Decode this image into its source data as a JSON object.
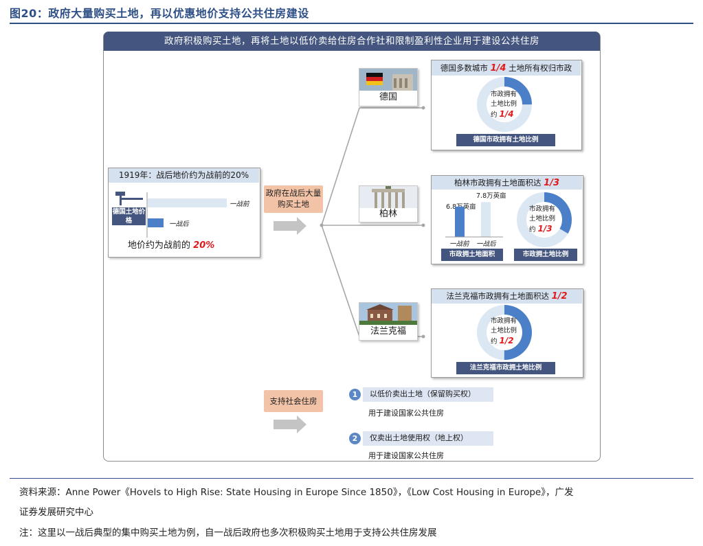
{
  "figure_title": "图20：政府大量购买土地，再以优惠地价支持公共住房建设",
  "banner": "政府积极购买土地，再将土地以低价卖给住房合作社和限制盈利性企业用于建设公共住房",
  "left_box": {
    "header": "1919年：战后地价约为战前的20%",
    "chart_label": "德国土地价格",
    "bars": [
      {
        "name": "一战前",
        "value": 100
      },
      {
        "name": "一战后",
        "value": 20
      }
    ],
    "summary_text": "地价约为战前的",
    "summary_value": "20%"
  },
  "tag_purchase": "政府在战后大量购买土地",
  "tag_support": "支持社会住房",
  "cities": [
    {
      "caption": "德国",
      "panel_title_a": "德国多数城市",
      "panel_title_value": "1/4",
      "panel_title_b": "土地所有权归市政",
      "donut_text": [
        "市政拥有",
        "土地比例",
        "约"
      ],
      "donut_value": "1/4",
      "donut_fraction": 0.25,
      "footer": "德国市政拥有土地比例"
    },
    {
      "caption": "柏林",
      "panel_title_a": "柏林市政拥有土地面积达",
      "panel_title_value": "1/3",
      "bars": [
        {
          "name": "一战前",
          "value": 6.8,
          "label": "6.8万英亩"
        },
        {
          "name": "一战后",
          "value": 7.8,
          "label": "7.8万英亩"
        }
      ],
      "bar_footer": "市政拥土地面积",
      "donut_text": [
        "市政拥有",
        "土地比例",
        "约"
      ],
      "donut_value": "1/3",
      "donut_fraction": 0.3333,
      "footer": "市政拥土地比例"
    },
    {
      "caption": "法兰克福",
      "panel_title_a": "法兰克福市政拥有土地面积达",
      "panel_title_value": "1/2",
      "donut_text": [
        "市政拥有",
        "土地比例",
        "约"
      ],
      "donut_value": "1/2",
      "donut_fraction": 0.5,
      "footer": "法兰克福市政拥土地比例"
    }
  ],
  "steps": [
    {
      "num": "1",
      "text": "以低价卖出土地（保留购买权）",
      "sub": "用于建设国家公共住房"
    },
    {
      "num": "2",
      "text": "仅卖出土地使用权（地上权）",
      "sub": "用于建设国家公共住房"
    }
  ],
  "source_line1": "资料来源：Anne Power《Hovels to High Rise: State Housing in Europe Since 1850》，《Low Cost Housing in Europe》，广发",
  "source_line2": "证券发展研究中心",
  "note_line": "注：这里以一战后典型的集中购买土地为例，自一战后政府也多次积极购买土地用于支持公共住房发展",
  "colors": {
    "navy": "#44567f",
    "accent_blue": "#4b7fc7",
    "light_blue": "#dce7f4",
    "peach": "#f2c3a7",
    "red": "#e0191b"
  }
}
